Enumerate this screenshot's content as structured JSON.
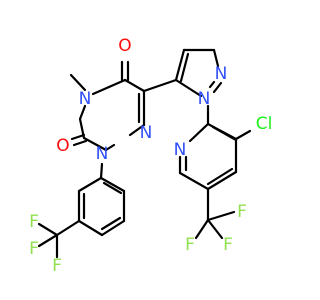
{
  "colors": {
    "background": "#ffffff",
    "bond": "#000000",
    "carbon": "#000000",
    "oxygen": "#ff0d0d",
    "nitrogen": "#3050f8",
    "chlorine": "#1ff01f",
    "fluorine": "#90e050"
  },
  "labels": {
    "o_top": "O",
    "n_methyl": "N",
    "o_left": "O",
    "n_triazine_1": "N",
    "n_triazine_2": "N",
    "n_pyrazole_1": "N",
    "n_pyrazole_2": "N",
    "cl": "Cl",
    "n_pyridine": "N",
    "f_left_1": "F",
    "f_left_2": "F",
    "f_left_3": "F",
    "f_right_1": "F",
    "f_right_2": "F",
    "f_right_3": "F"
  }
}
